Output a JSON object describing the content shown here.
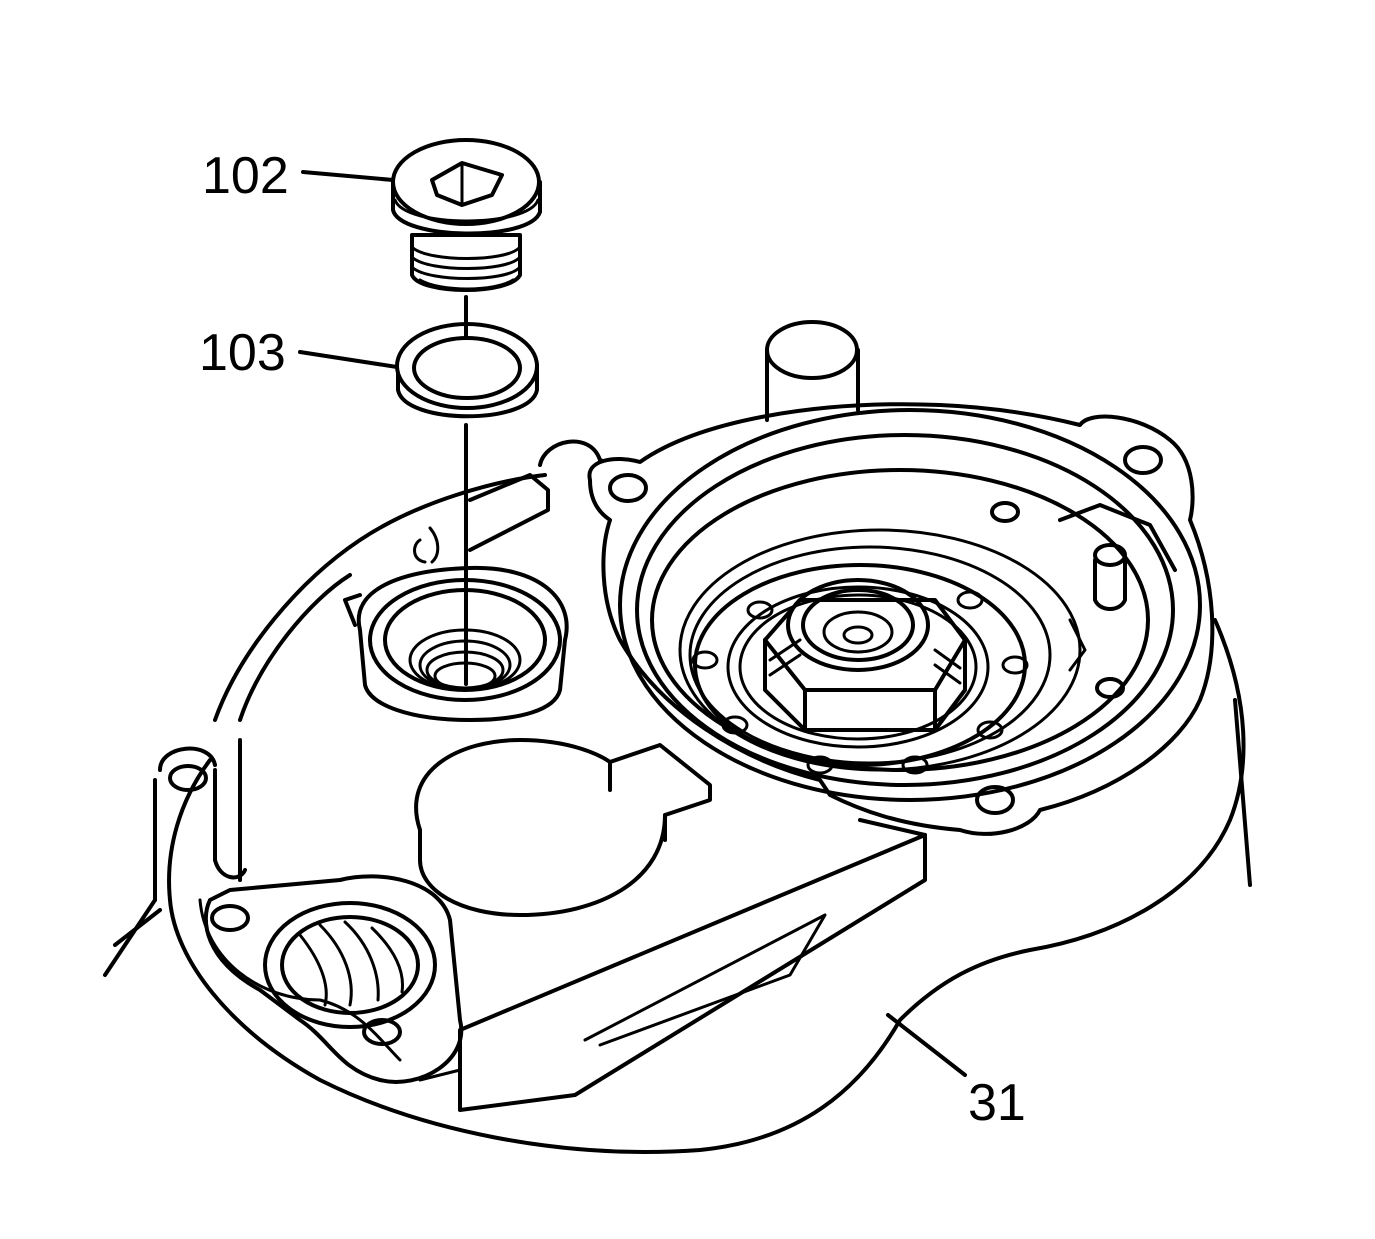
{
  "diagram": {
    "callouts": [
      {
        "id": "plug",
        "label": "102"
      },
      {
        "id": "washer",
        "label": "103"
      },
      {
        "id": "housing",
        "label": "31"
      }
    ],
    "colors": {
      "line": "#000000",
      "background": "#ffffff"
    }
  }
}
